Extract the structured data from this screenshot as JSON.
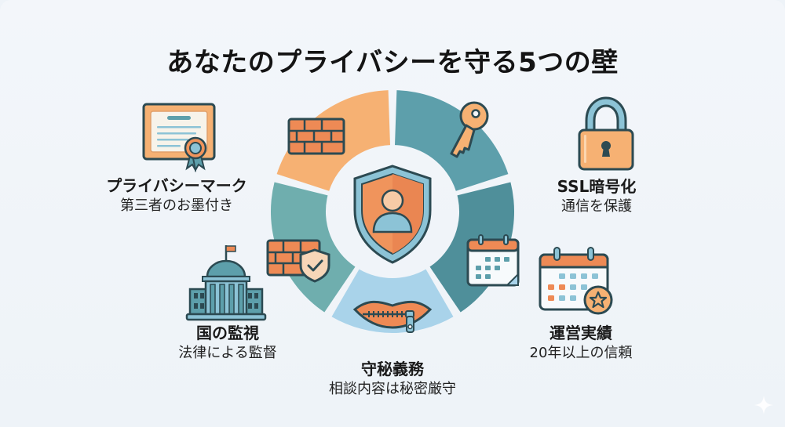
{
  "title": "あなたのプライバシーを守る5つの壁",
  "center": {
    "icon": "shield-user-icon"
  },
  "walls": [
    {
      "id": "privacy-mark",
      "heading": "プライバシーマーク",
      "sub": "第三者のお墨付き",
      "icon": "certificate-icon",
      "segment_icon": "brick-wall-icon"
    },
    {
      "id": "ssl",
      "heading": "SSL暗号化",
      "sub": "通信を保護",
      "icon": "padlock-icon",
      "segment_icon": "key-icon"
    },
    {
      "id": "track-record",
      "heading": "運営実績",
      "sub": "20年以上の信頼",
      "icon": "calendar-star-icon",
      "segment_icon": "calendar-icon"
    },
    {
      "id": "confidentiality",
      "heading": "守秘義務",
      "sub": "相談内容は秘密厳守",
      "icon": "zipped-lips-icon",
      "segment_icon": "zipped-lips-icon"
    },
    {
      "id": "government",
      "heading": "国の監視",
      "sub": "法律による監督",
      "icon": "government-building-icon",
      "segment_icon": "brick-wall-shield-icon"
    }
  ],
  "colors": {
    "orange_segment": "#f6b173",
    "teal_segment": "#5d9fab",
    "dark_teal_segment": "#4f8f9a",
    "light_blue_segment": "#a9d3ea",
    "sage_segment": "#6faeae",
    "accent_orange": "#ee8a55",
    "outline": "#2c4a52"
  }
}
